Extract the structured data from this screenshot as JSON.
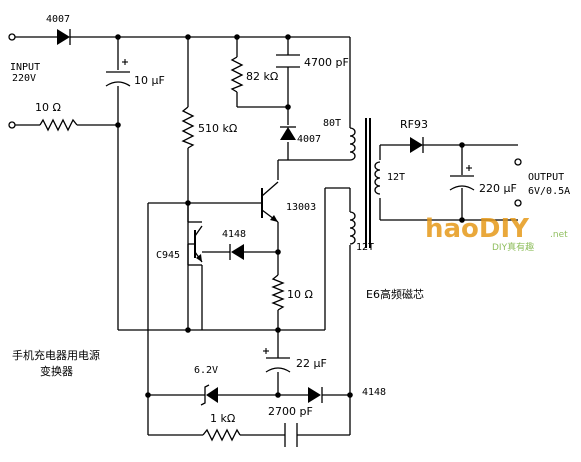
{
  "labels": {
    "d_in": "4007",
    "input_1": "INPUT",
    "input_2": "220V",
    "c1": "10 μF",
    "r_in": "10 Ω",
    "r_82k": "82 kΩ",
    "c_4700": "4700 pF",
    "r_510k": "510 kΩ",
    "d_snub": "4007",
    "t_80t": "80T",
    "d_rf93": "RF93",
    "t_12t_sec": "12T",
    "c_220": "220 μF",
    "out_1": "OUTPUT",
    "out_2": "6V/0.5A",
    "q_13003": "13003",
    "q_c945": "C945",
    "d_4148_a": "4148",
    "r_10": "10 Ω",
    "t_12t_fb": "12T",
    "core": "E6高频磁芯",
    "title_1": "手机充电器用电源",
    "title_2": "变换器",
    "c_22": "22 μF",
    "z_6v2": "6.2V",
    "d_4148_b": "4148",
    "r_1k": "1 kΩ",
    "c_2700": "2700 pF",
    "logo": "haoDIY",
    "logo_net": ".net",
    "logo_sub": "DIY真有趣"
  },
  "colors": {
    "logo_hao": "#e69a1a",
    "logo_diy": "#7cb342",
    "logo_sub": "#7cb342"
  }
}
